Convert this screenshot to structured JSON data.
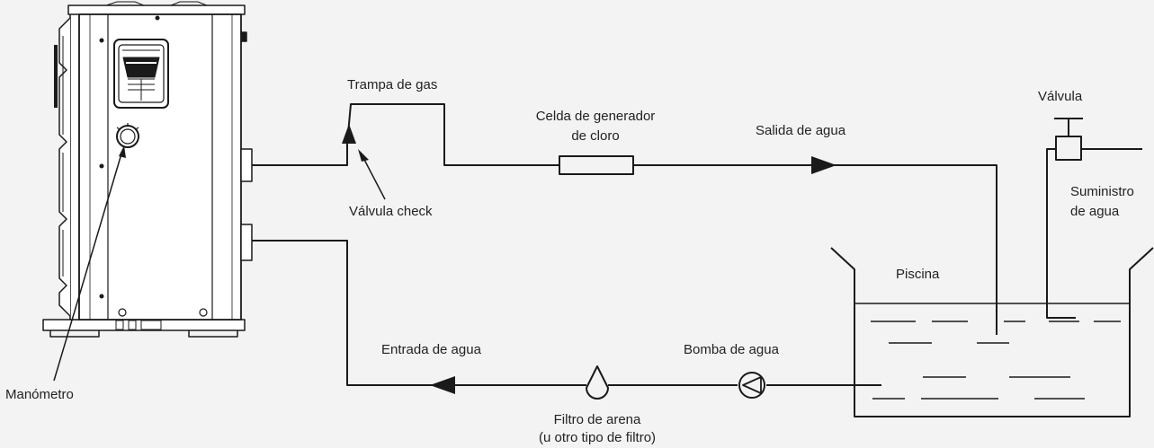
{
  "labels": {
    "gas_trap": "Trampa de gas",
    "check_valve": "Válvula check",
    "chlorine_cell_line1": "Celda de generador",
    "chlorine_cell_line2": "de cloro",
    "water_outlet": "Salida de agua",
    "valve": "Válvula",
    "water_supply_line1": "Suministro",
    "water_supply_line2": "de agua",
    "pool": "Piscina",
    "water_pump": "Bomba de agua",
    "water_inlet": "Entrada de agua",
    "sand_filter_line1": "Filtro de arena",
    "sand_filter_line2": "(u otro tipo de filtro)",
    "pressure_gauge": "Manómetro"
  },
  "colors": {
    "line": "#1a1a1a",
    "background": "#f3f3f3",
    "unit_fill": "#ffffff"
  }
}
